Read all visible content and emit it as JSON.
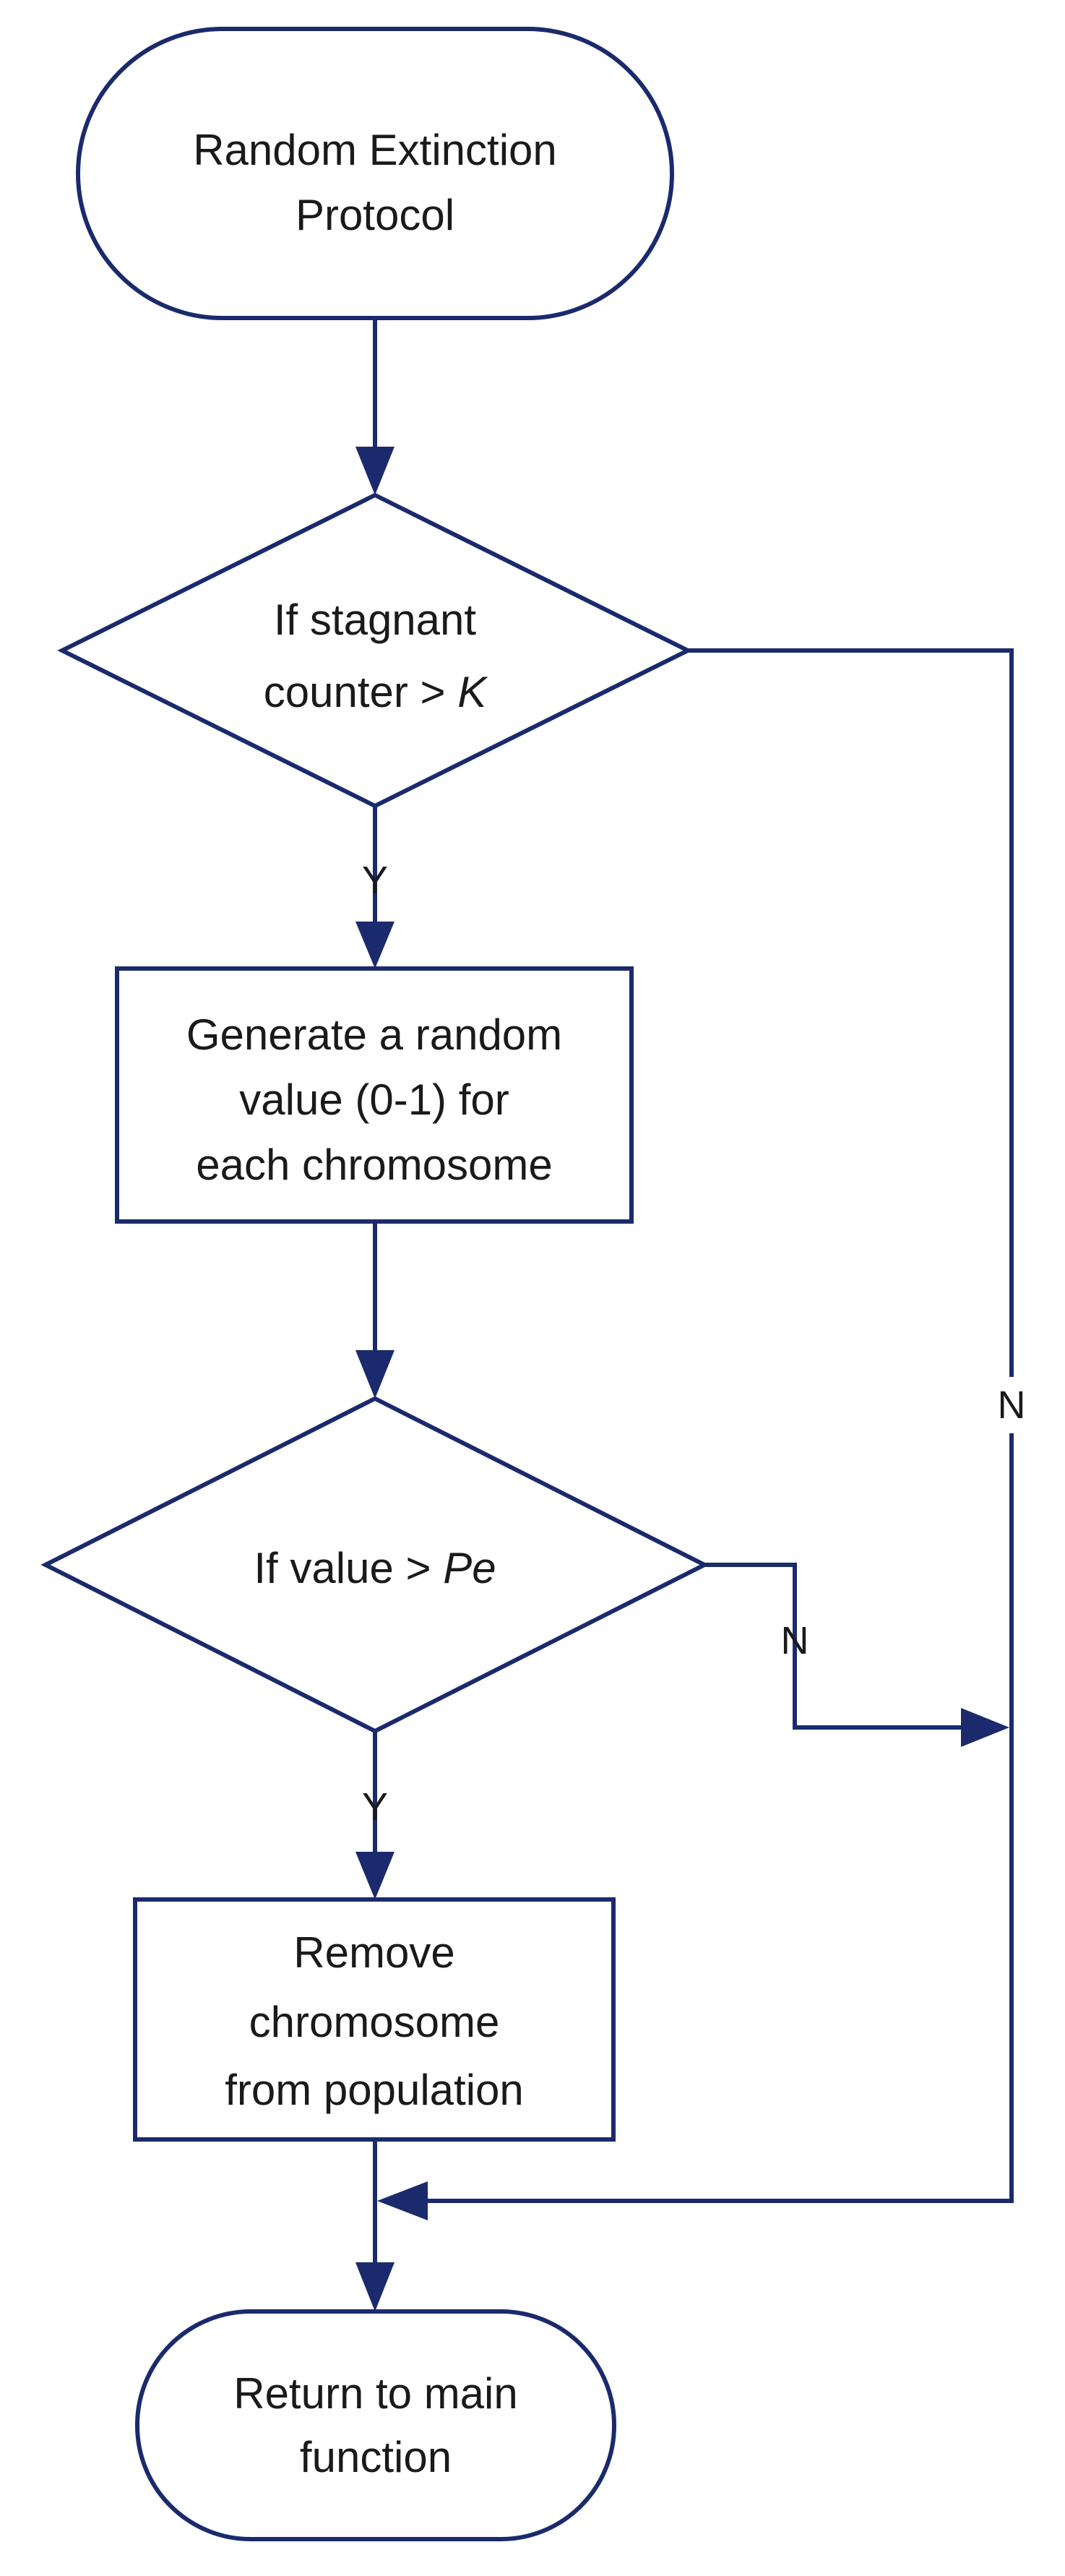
{
  "diagram": {
    "start_node": {
      "lines": [
        "Random Extinction",
        "Protocol"
      ]
    },
    "decision_stagnant": {
      "lines": [
        "If stagnant"
      ],
      "line2_prefix": "counter > ",
      "line2_variable": "K"
    },
    "process_generate": {
      "lines": [
        "Generate a random",
        "value (0-1) for",
        "each chromosome"
      ]
    },
    "decision_value": {
      "prefix": "If value > ",
      "variable": "Pe"
    },
    "process_remove": {
      "lines": [
        "Remove",
        "chromosome",
        "from population"
      ]
    },
    "end_node": {
      "lines": [
        "Return to main",
        "function"
      ]
    },
    "branch_labels": {
      "yes_1": "Y",
      "yes_2": "Y",
      "no_1": "N",
      "no_2": "N"
    },
    "colors": {
      "stroke": "#1a2a6c",
      "text": "#1a1a1a",
      "background": "#ffffff"
    }
  }
}
